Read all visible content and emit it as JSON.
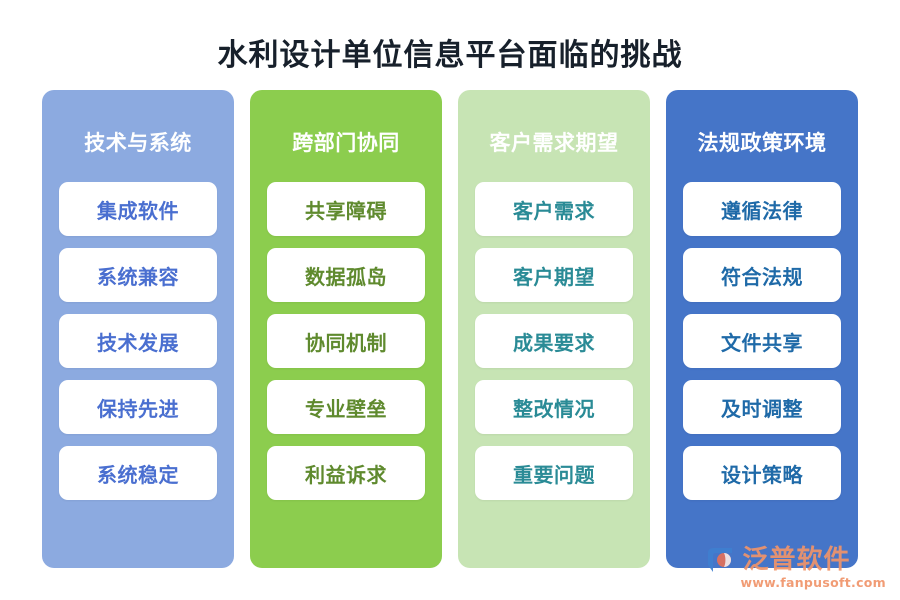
{
  "page": {
    "title": "水利设计单位信息平台面临的挑战",
    "background_color": "#ffffff",
    "title_color": "#17202b"
  },
  "columns": [
    {
      "id": "tech",
      "title": "技术与系统",
      "bg_color": "#8caae0",
      "title_color": "#ffffff",
      "card_text_color": "#4a6fd0",
      "cards": [
        {
          "label": "集成软件"
        },
        {
          "label": "系统兼容"
        },
        {
          "label": "技术发展"
        },
        {
          "label": "保持先进"
        },
        {
          "label": "系统稳定"
        }
      ]
    },
    {
      "id": "collab",
      "title": "跨部门协同",
      "bg_color": "#8ccd4e",
      "title_color": "#ffffff",
      "card_text_color": "#5f8a2e",
      "cards": [
        {
          "label": "共享障碍"
        },
        {
          "label": "数据孤岛"
        },
        {
          "label": "协同机制"
        },
        {
          "label": "专业壁垒"
        },
        {
          "label": "利益诉求"
        }
      ]
    },
    {
      "id": "customer",
      "title": "客户需求期望",
      "bg_color": "#c7e4b4",
      "title_color": "#ffffff",
      "card_text_color": "#2a8b96",
      "cards": [
        {
          "label": "客户需求"
        },
        {
          "label": "客户期望"
        },
        {
          "label": "成果要求"
        },
        {
          "label": "整改情况"
        },
        {
          "label": "重要问题"
        }
      ]
    },
    {
      "id": "policy",
      "title": "法规政策环境",
      "bg_color": "#4575c8",
      "title_color": "#ffffff",
      "card_text_color": "#1f6aa8",
      "cards": [
        {
          "label": "遵循法律"
        },
        {
          "label": "符合法规"
        },
        {
          "label": "文件共享"
        },
        {
          "label": "及时调整"
        },
        {
          "label": "设计策略"
        }
      ]
    }
  ],
  "watermark": {
    "brand": "泛普软件",
    "url": "www.fanpusoft.com",
    "color": "#f0946a",
    "icon": "fanpu-logo-icon"
  }
}
